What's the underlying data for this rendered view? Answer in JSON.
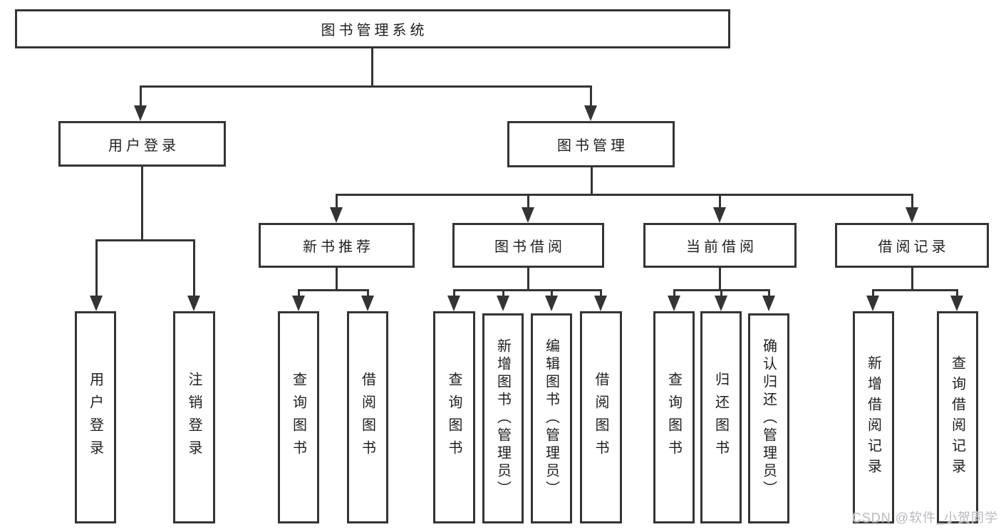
{
  "colors": {
    "line": "#343434",
    "text": "#1f1f1f",
    "background": "#ffffff",
    "watermark": "#b9b9bf"
  },
  "watermark": {
    "text": "CSDN @软件_小贺同学"
  },
  "tree": {
    "root": {
      "label": "图书管理系统"
    },
    "branches": [
      {
        "label": "用户登录",
        "children": [
          {
            "label": "用户登录"
          },
          {
            "label": "注销登录"
          }
        ]
      },
      {
        "label": "图书管理",
        "children": [
          {
            "label": "新书推荐",
            "children": [
              {
                "label": "查询图书"
              },
              {
                "label": "借阅图书"
              }
            ]
          },
          {
            "label": "图书借阅",
            "children": [
              {
                "label": "查询图书"
              },
              {
                "label": "新增图书（管理员）"
              },
              {
                "label": "编辑图书（管理员）"
              },
              {
                "label": "借阅图书"
              }
            ]
          },
          {
            "label": "当前借阅",
            "children": [
              {
                "label": "查询图书"
              },
              {
                "label": "归还图书"
              },
              {
                "label": "确认归还（管理员）"
              }
            ]
          },
          {
            "label": "借阅记录",
            "children": [
              {
                "label": "新增借阅记录"
              },
              {
                "label": "查询借阅记录"
              }
            ]
          }
        ]
      }
    ]
  }
}
